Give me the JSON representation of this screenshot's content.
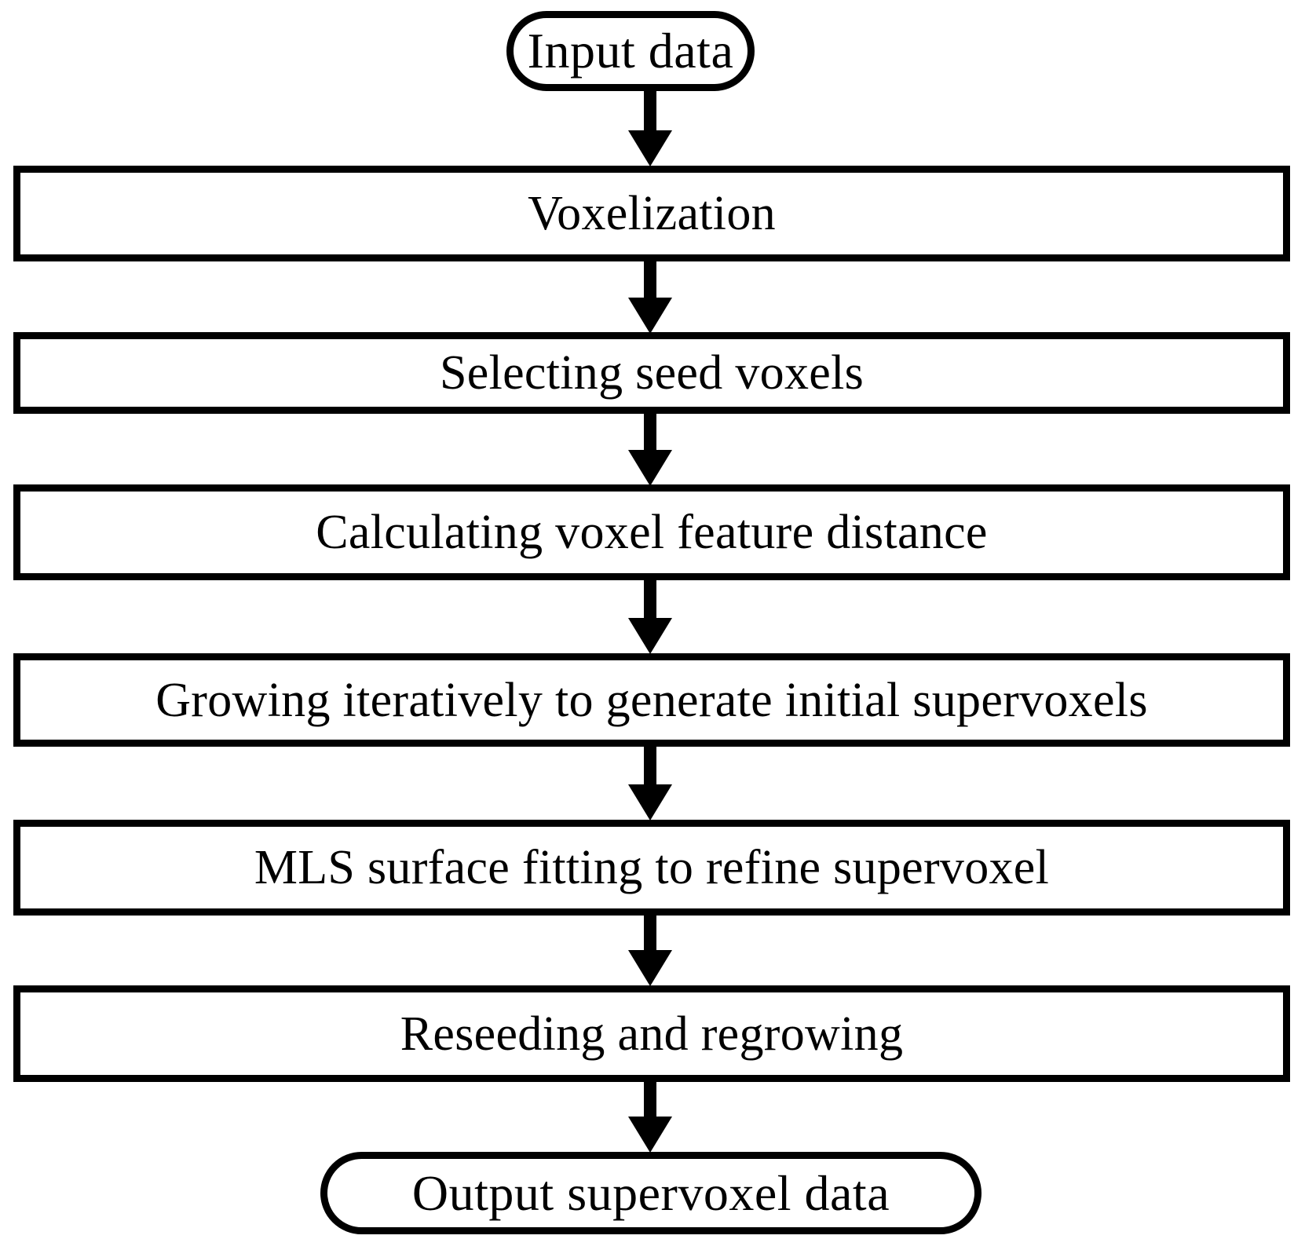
{
  "diagram": {
    "title": "Supervoxel segmentation pipeline flowchart",
    "orientation": "top-to-bottom",
    "background_color": "#ffffff",
    "stroke_color": "#000000",
    "nodes": [
      {
        "id": "input",
        "shape": "terminator",
        "label": "Input data"
      },
      {
        "id": "box1",
        "shape": "process",
        "label": "Voxelization"
      },
      {
        "id": "box2",
        "shape": "process",
        "label": "Selecting seed voxels"
      },
      {
        "id": "box3",
        "shape": "process",
        "label": "Calculating voxel feature distance"
      },
      {
        "id": "box4",
        "shape": "process",
        "label": "Growing iteratively to generate initial supervoxels"
      },
      {
        "id": "box5",
        "shape": "process",
        "label": "MLS surface fitting to refine supervoxel"
      },
      {
        "id": "box6",
        "shape": "process",
        "label": "Reseeding and regrowing"
      },
      {
        "id": "output",
        "shape": "terminator",
        "label": "Output supervoxel data"
      }
    ],
    "edges": [
      {
        "from": "input",
        "to": "box1",
        "arrow": "down-arrow"
      },
      {
        "from": "box1",
        "to": "box2",
        "arrow": "down-arrow"
      },
      {
        "from": "box2",
        "to": "box3",
        "arrow": "down-arrow"
      },
      {
        "from": "box3",
        "to": "box4",
        "arrow": "down-arrow"
      },
      {
        "from": "box4",
        "to": "box5",
        "arrow": "down-arrow"
      },
      {
        "from": "box5",
        "to": "box6",
        "arrow": "down-arrow"
      },
      {
        "from": "box6",
        "to": "output",
        "arrow": "down-arrow"
      }
    ]
  }
}
